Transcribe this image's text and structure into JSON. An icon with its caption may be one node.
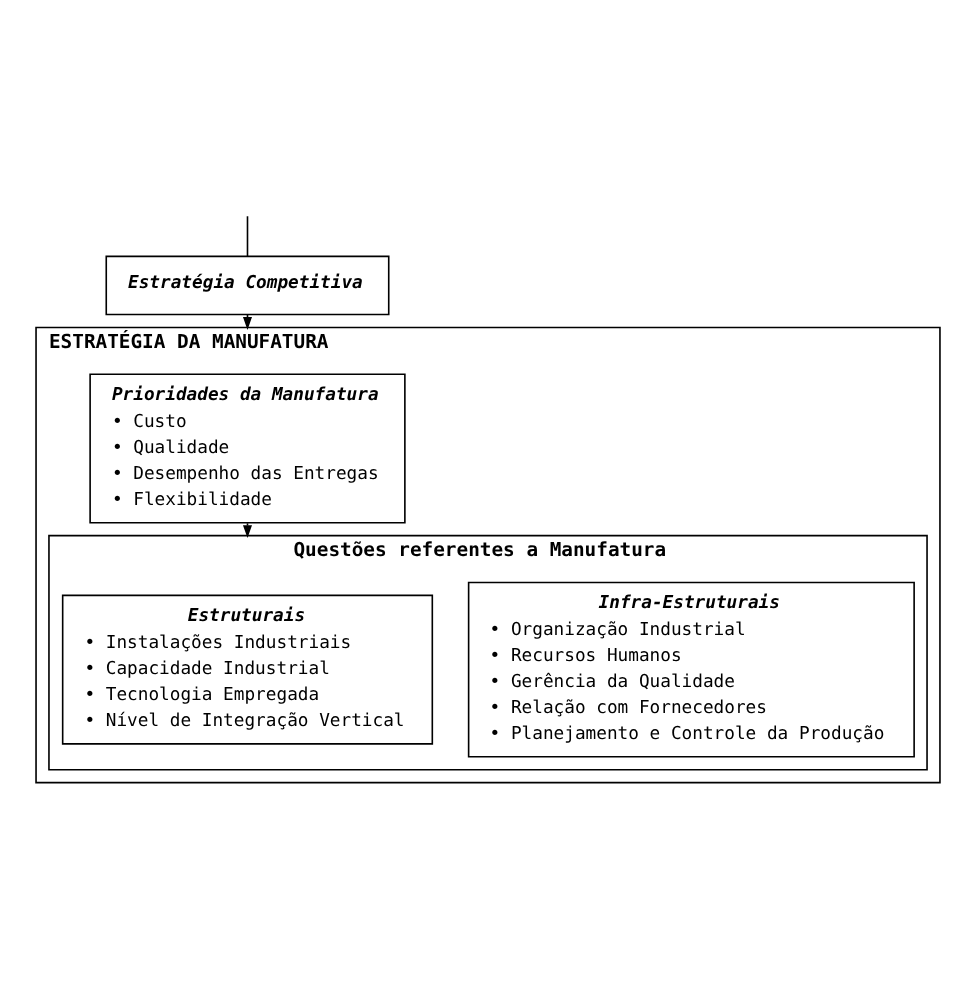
{
  "diagram": {
    "nodes": [
      {
        "text": [
          "Estratégia Competitiva"
        ]
      },
      {
        "text": [
          "ESTRATÉGIA DA MANUFATURA"
        ]
      },
      {
        "text": [
          "Prioridades da Manufatura",
          "• Custo",
          "• Qualidade",
          "• Desempenho das Entregas",
          "• Flexibilidade"
        ],
        "in": 1
      },
      {
        "text": [
          "Questões referentes a Manufatura"
        ],
        "in": 1
      },
      {
        "text": [
          "Estruturais",
          "• Instalações Industriais",
          "• Capacidade Industrial",
          "• Tecnologia Empregada",
          "• Nível de Integração Vertical"
        ],
        "in": 3
      },
      {
        "text": [
          "Infra-Estruturais",
          "• Organização Industrial",
          "• Recursos Humanos",
          "• Gerência da Qualidade",
          "• Relação com Fornecedores",
          "• Planejamento e Controle da Produção"
        ],
        "in": 3
      }
    ],
    "edges": [
      {
        "from": null,
        "to": 0,
        "arrow": "none"
      },
      {
        "from": 0,
        "to": 1,
        "arrow": "to"
      },
      {
        "from": 2,
        "to": 3,
        "arrow": "to"
      }
    ]
  }
}
